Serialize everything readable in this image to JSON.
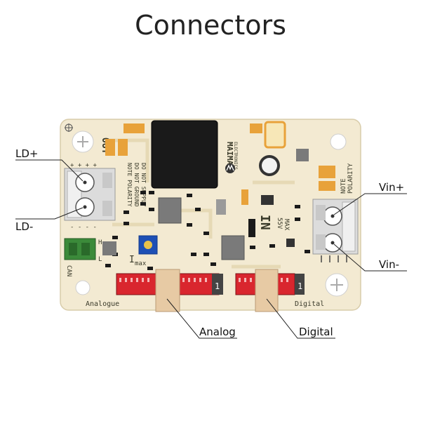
{
  "title": "Connectors",
  "callouts": {
    "ld_plus": "LD+",
    "ld_minus": "LD-",
    "vin_plus": "Vin+",
    "vin_minus": "Vin-",
    "analog": "Analog",
    "digital": "Digital"
  },
  "silkscreen": {
    "out": "OUT",
    "out_plus": "+ + + +",
    "out_minus": "- - - -",
    "note1": "NOTE POLARITY",
    "note2": "DO NOT GROUND",
    "note3": "DO NOT SUPPLY",
    "brand": "MAIMAN",
    "brand_sub": "ELECTRONICS",
    "in": "IN",
    "volt": "55V",
    "max": "MAX",
    "note_right1": "NOTE",
    "note_right2": "POLARITY",
    "can": "CAN",
    "imax": "I",
    "imax_sub": "max",
    "h": "H",
    "l": "L",
    "one_a": "1",
    "one_b": "1",
    "analogue": "Analogue",
    "digital": "Digital"
  },
  "colors": {
    "board": "#f3ead2",
    "connector_red": "#d9262e",
    "terminal_white": "#e8e8e8",
    "can_green": "#3b8a3a",
    "pot_blue": "#1d4fb5",
    "chip_black": "#1a1a1a"
  }
}
